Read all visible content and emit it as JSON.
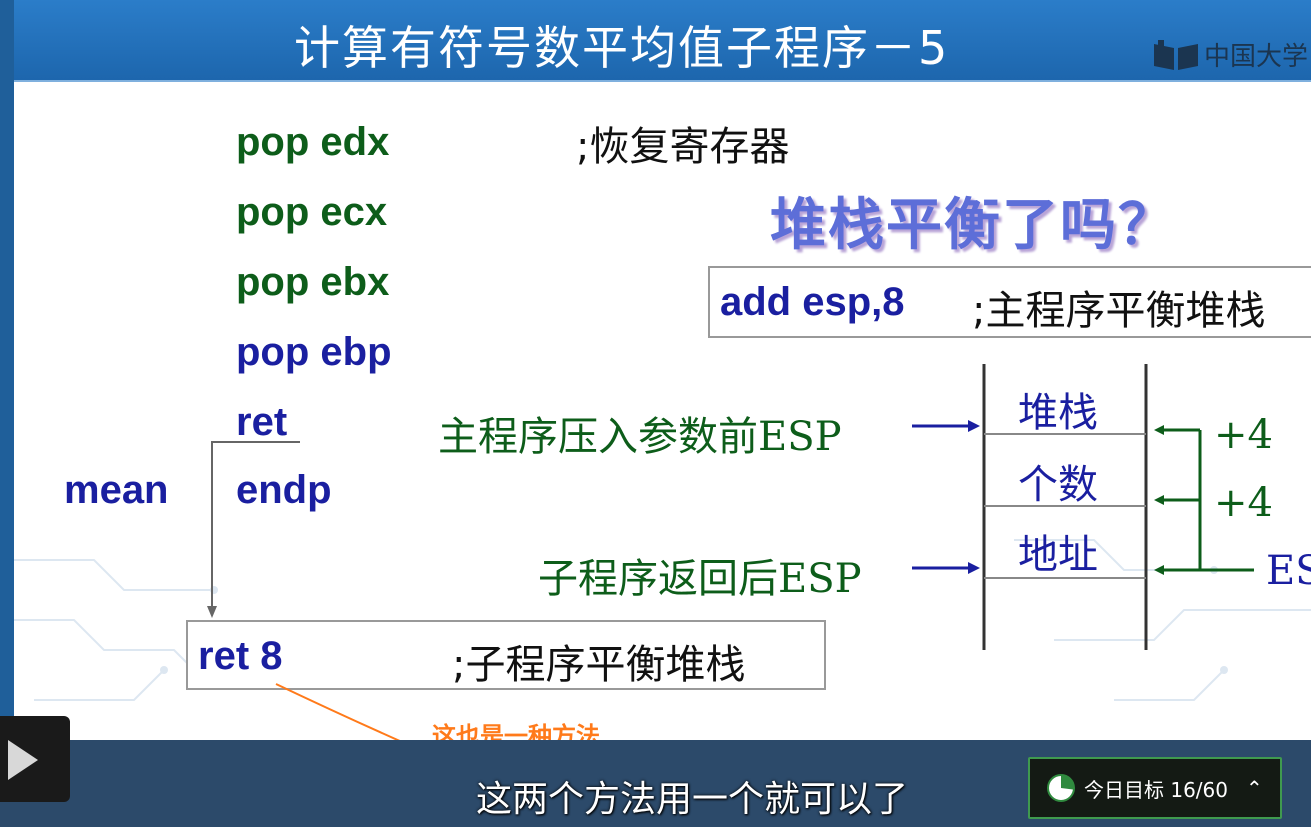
{
  "slide": {
    "title": "计算有符号数平均值子程序－5",
    "logo_text": "中国大学"
  },
  "code": {
    "lines": [
      {
        "text": "pop edx",
        "color": "#0d5d1a"
      },
      {
        "text": "pop ecx",
        "color": "#0d5d1a"
      },
      {
        "text": "pop ebx",
        "color": "#0d5d1a"
      },
      {
        "text": "pop ebp",
        "color": "#1a1fa0"
      },
      {
        "text": "ret",
        "color": "#1a1fa0"
      },
      {
        "text": "endp",
        "color": "#1a1fa0"
      }
    ],
    "proc_name": "mean",
    "first_comment": ";恢复寄存器"
  },
  "question": "堆栈平衡了吗？",
  "add_box": {
    "code": "add esp,8",
    "comment": ";主程序平衡堆栈"
  },
  "ret_box": {
    "code": "ret  8",
    "comment": ";子程序平衡堆栈"
  },
  "stack_diagram": {
    "label_before": "主程序压入参数前ESP",
    "label_after": "子程序返回后ESP",
    "cells": [
      "堆栈",
      "个数",
      "地址"
    ],
    "offsets": [
      "+4",
      "+4"
    ],
    "esp_label": "ESP"
  },
  "overlay": {
    "annotation": "这也是一种方法",
    "subtitle": "这两个方法用一个就可以了",
    "goal_label": "今日目标 16/60",
    "goal_progress": 0.27
  },
  "colors": {
    "title_bar": "#1d66ad",
    "code_green": "#0d5d1a",
    "code_blue": "#1a1fa0",
    "annotation": "#ff7a1a",
    "goal_border": "#3f9a4e"
  }
}
